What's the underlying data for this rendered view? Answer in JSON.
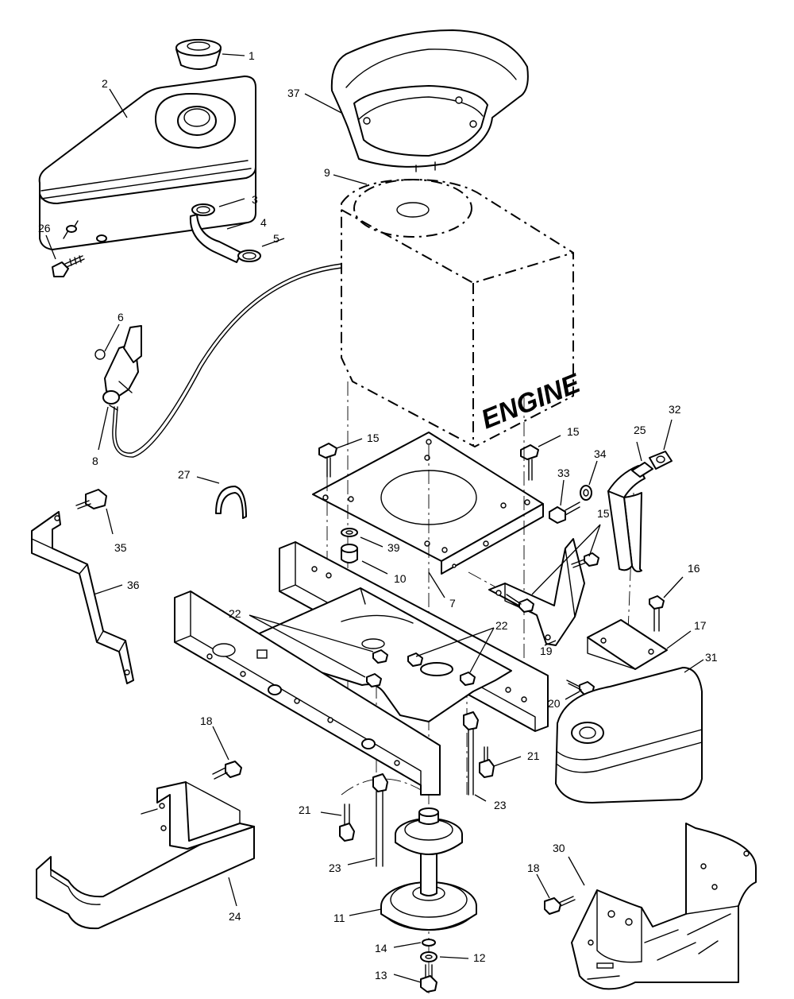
{
  "engine_label": "ENGINE",
  "callouts": {
    "c1": "1",
    "c2": "2",
    "c3": "3",
    "c4": "4",
    "c5": "5",
    "c6": "6",
    "c7": "7",
    "c8": "8",
    "c9": "9",
    "c10": "10",
    "c11": "11",
    "c12": "12",
    "c13": "13",
    "c14": "14",
    "c15a": "15",
    "c15b": "15",
    "c15c": "15",
    "c16": "16",
    "c17": "17",
    "c18a": "18",
    "c18b": "18",
    "c19": "19",
    "c20": "20",
    "c21a": "21",
    "c21b": "21",
    "c22a": "22",
    "c22b": "22",
    "c23a": "23",
    "c23b": "23",
    "c24": "24",
    "c25": "25",
    "c26": "26",
    "c27": "27",
    "c30": "30",
    "c31": "31",
    "c32": "32",
    "c33": "33",
    "c34": "34",
    "c35": "35",
    "c36": "36",
    "c37": "37",
    "c39": "39"
  }
}
